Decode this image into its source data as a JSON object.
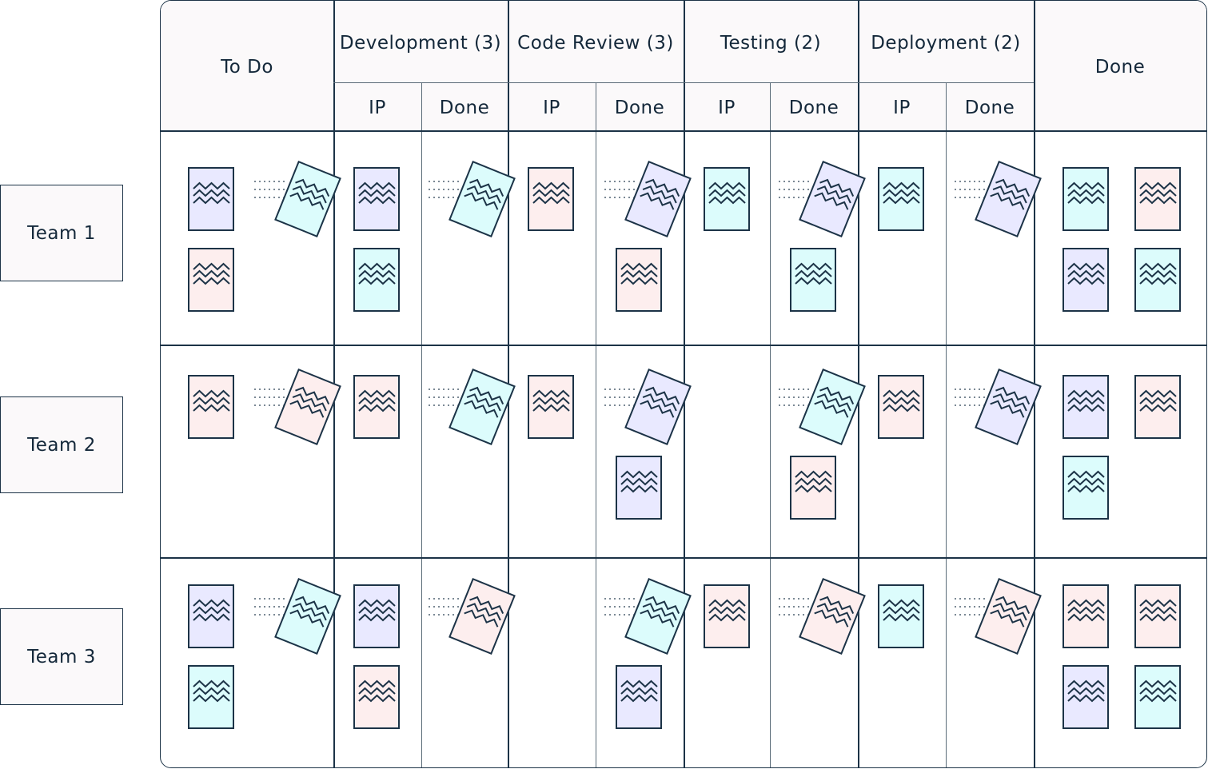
{
  "colors": {
    "lavender": "#e9e9ff",
    "cyan": "#dcfcfc",
    "pink": "#fdeeee",
    "border": "#1c3347",
    "header_bg": "#fbf9fa"
  },
  "columns": [
    {
      "label": "To Do"
    },
    {
      "label": "Development (3)",
      "sub": [
        "IP",
        "Done"
      ]
    },
    {
      "label": "Code Review (3)",
      "sub": [
        "IP",
        "Done"
      ]
    },
    {
      "label": "Testing (2)",
      "sub": [
        "IP",
        "Done"
      ]
    },
    {
      "label": "Deployment (2)",
      "sub": [
        "IP",
        "Done"
      ]
    },
    {
      "label": "Done"
    }
  ],
  "teams": [
    {
      "label": "Team 1",
      "cells": {
        "todo": {
          "cards": [
            "lavender",
            "pink"
          ],
          "moving": "cyan"
        },
        "dev_ip": {
          "cards": [
            "lavender",
            "cyan"
          ]
        },
        "dev_done": {
          "cards": [],
          "moving": "cyan"
        },
        "cr_ip": {
          "cards": [
            "pink"
          ]
        },
        "cr_done": {
          "cards": [
            "pink"
          ],
          "moving": "lavender"
        },
        "test_ip": {
          "cards": [
            "cyan"
          ]
        },
        "test_done": {
          "cards": [
            "cyan"
          ],
          "moving": "lavender"
        },
        "dep_ip": {
          "cards": [
            "cyan"
          ]
        },
        "dep_done": {
          "cards": [],
          "moving": "lavender"
        },
        "done": {
          "cards": [
            "cyan",
            "pink",
            "lavender",
            "cyan"
          ]
        }
      }
    },
    {
      "label": "Team 2",
      "cells": {
        "todo": {
          "cards": [
            "pink"
          ],
          "moving": "pink"
        },
        "dev_ip": {
          "cards": [
            "pink"
          ]
        },
        "dev_done": {
          "cards": [],
          "moving": "cyan"
        },
        "cr_ip": {
          "cards": [
            "pink"
          ]
        },
        "cr_done": {
          "cards": [
            "lavender"
          ],
          "moving": "lavender"
        },
        "test_ip": {
          "cards": []
        },
        "test_done": {
          "cards": [
            "pink"
          ],
          "moving": "cyan"
        },
        "dep_ip": {
          "cards": [
            "pink"
          ]
        },
        "dep_done": {
          "cards": [],
          "moving": "lavender"
        },
        "done": {
          "cards": [
            "lavender",
            "pink",
            "cyan"
          ]
        }
      }
    },
    {
      "label": "Team 3",
      "cells": {
        "todo": {
          "cards": [
            "lavender",
            "cyan"
          ],
          "moving": "cyan"
        },
        "dev_ip": {
          "cards": [
            "lavender",
            "pink"
          ]
        },
        "dev_done": {
          "cards": [],
          "moving": "pink"
        },
        "cr_ip": {
          "cards": []
        },
        "cr_done": {
          "cards": [
            "lavender"
          ],
          "moving": "cyan"
        },
        "test_ip": {
          "cards": [
            "pink"
          ]
        },
        "test_done": {
          "cards": [],
          "moving": "pink"
        },
        "dep_ip": {
          "cards": [
            "cyan"
          ]
        },
        "dep_done": {
          "cards": [],
          "moving": "pink"
        },
        "done": {
          "cards": [
            "pink",
            "pink",
            "lavender",
            "cyan"
          ]
        }
      }
    }
  ]
}
